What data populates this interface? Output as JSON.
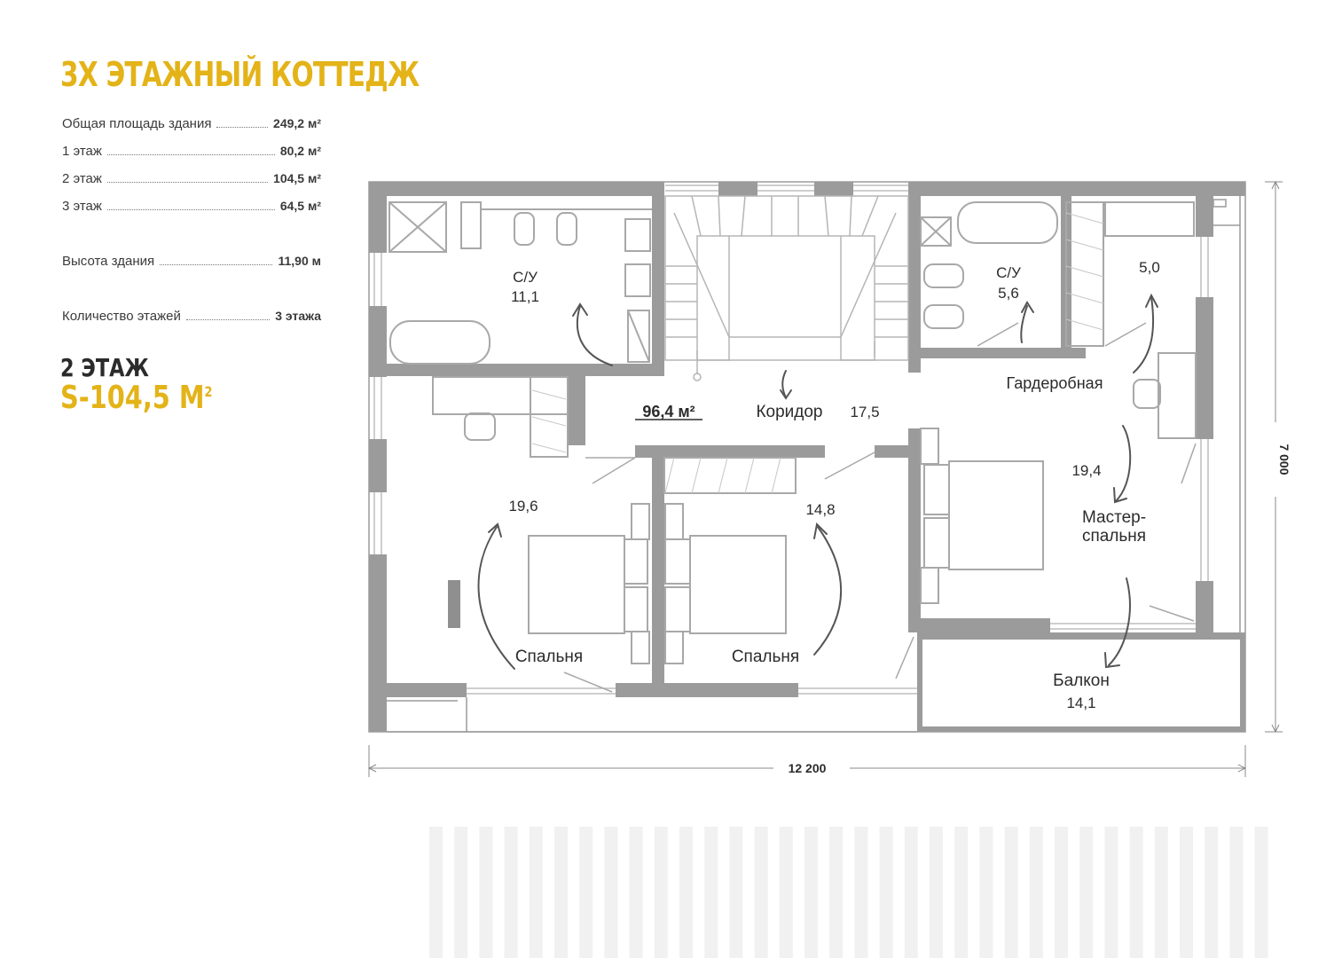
{
  "header": {
    "title": "3Х ЭТАЖНЫЙ КОТТЕДЖ"
  },
  "specs": [
    {
      "label": "Общая площадь здания",
      "value": "249,2 м²"
    },
    {
      "label": "1 этаж",
      "value": "80,2 м²"
    },
    {
      "label": "2 этаж",
      "value": "104,5 м²"
    },
    {
      "label": "3 этаж",
      "value": "64,5 м²"
    },
    {
      "label": "Высота здания",
      "value": "11,90 м"
    },
    {
      "label": "Количество этажей",
      "value": "3 этажа"
    }
  ],
  "floor": {
    "label": "2 ЭТАЖ",
    "area": "S-104,5 М",
    "area_sup": "2"
  },
  "plan": {
    "total_living": "96,4 м²",
    "rooms": {
      "bath1_name": "С/У",
      "bath1_area": "11,1",
      "bath2_name": "С/У",
      "bath2_area": "5,6",
      "wardrobe_area": "5,0",
      "wardrobe_name": "Гардеробная",
      "corridor_name": "Коридор",
      "corridor_area": "17,5",
      "bed1_area": "19,6",
      "bed1_name": "Спальня",
      "bed2_area": "14,8",
      "bed2_name": "Спальня",
      "master_area": "19,4",
      "master_name_1": "Мастер-",
      "master_name_2": "спальня",
      "balcony_name": "Балкон",
      "balcony_area": "14,1"
    },
    "dims": {
      "width": "12 200",
      "height": "7 000"
    }
  },
  "colors": {
    "accent": "#e3b318",
    "wall": "#9b9b9b",
    "text": "#2b2b2b",
    "furniture": "#a8a8a8",
    "stripes": "#f1f1f1"
  }
}
